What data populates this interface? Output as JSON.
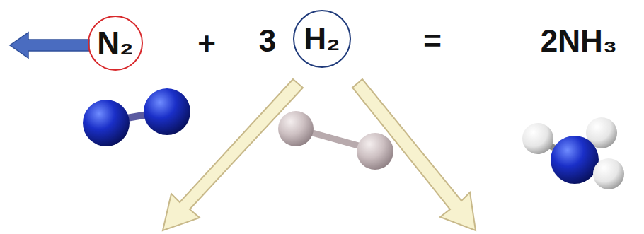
{
  "diagram": {
    "nodes": [
      {
        "text": [
          "N₂"
        ]
      },
      {
        "text": [
          "H₂"
        ]
      }
    ],
    "labels": [
      "+",
      "3",
      "=",
      "2NH₃"
    ]
  }
}
